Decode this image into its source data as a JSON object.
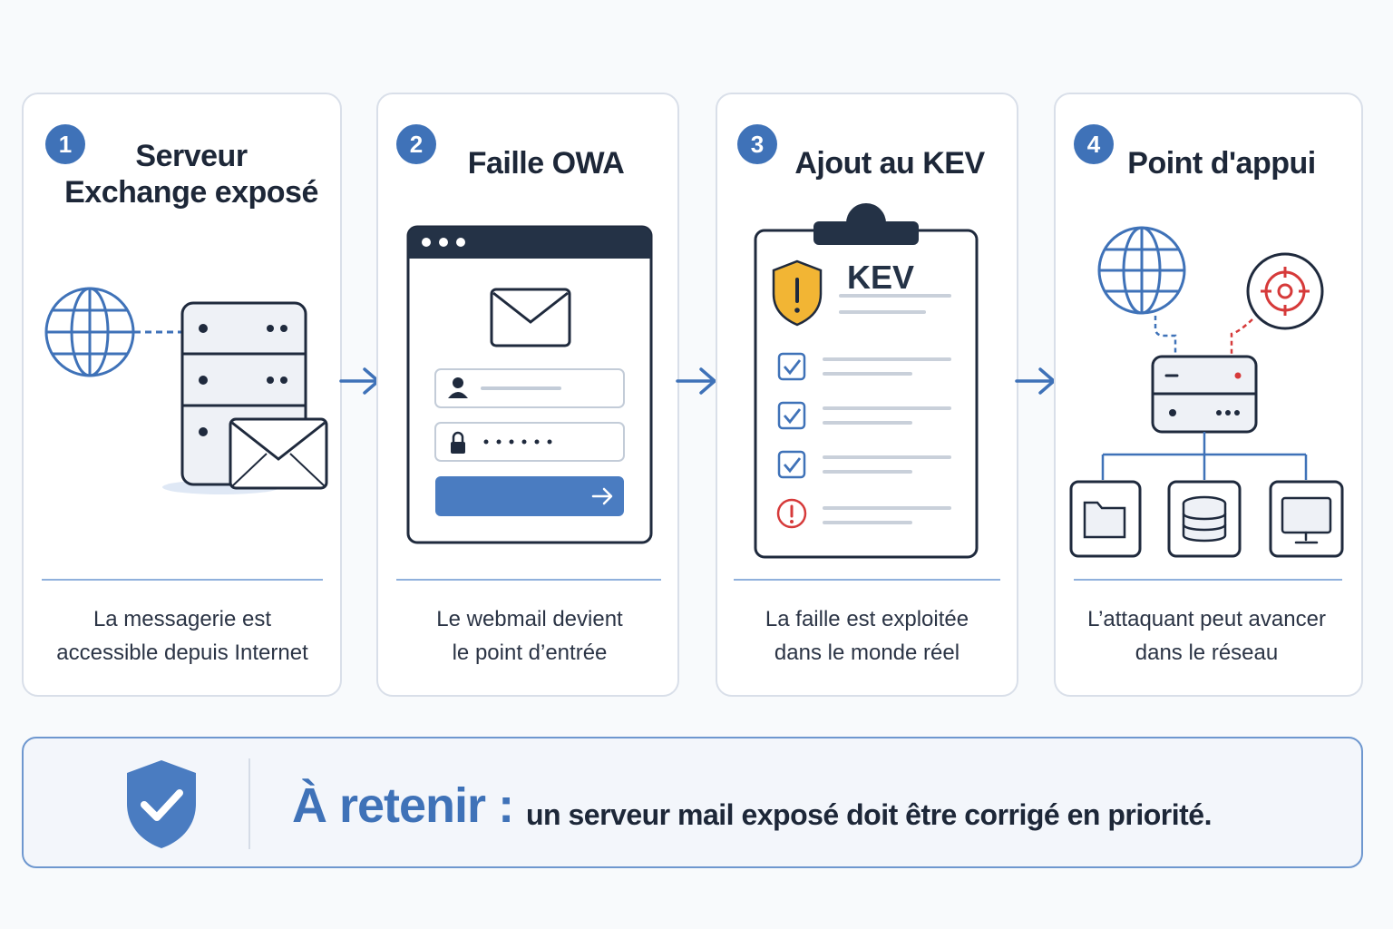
{
  "steps": [
    {
      "number": "1",
      "title_line1": "Serveur",
      "title_line2": "Exchange exposé",
      "desc_line1": "La messagerie est",
      "desc_line2": "accessible depuis Internet",
      "icons": [
        "globe-icon",
        "server-icon",
        "envelope-icon"
      ]
    },
    {
      "number": "2",
      "title": "Faille OWA",
      "desc_line1": "Le webmail devient",
      "desc_line2": "le point d’entrée",
      "icons": [
        "browser-window-icon",
        "envelope-icon",
        "user-icon",
        "lock-icon",
        "arrow-right-icon"
      ],
      "password_mask": "••••••"
    },
    {
      "number": "3",
      "title": "Ajout au KEV",
      "clipboard_label": "KEV",
      "desc_line1": "La faille est exploitée",
      "desc_line2": "dans le monde réel",
      "icons": [
        "clipboard-icon",
        "warning-shield-icon",
        "checkbox-icon",
        "alert-circle-icon"
      ]
    },
    {
      "number": "4",
      "title": "Point d'appui",
      "desc_line1": "L’attaquant peut avancer",
      "desc_line2": "dans le réseau",
      "icons": [
        "globe-icon",
        "target-icon",
        "server-icon",
        "folder-icon",
        "database-icon",
        "monitor-icon"
      ]
    }
  ],
  "banner": {
    "heading": "À retenir :",
    "text": "un serveur mail exposé doit être corrigé en priorité.",
    "icon": "shield-check-icon"
  },
  "colors": {
    "accent": "#3f72b8",
    "dark": "#1f2a3d",
    "warning": "#f2b534",
    "danger": "#d63a3a",
    "border": "#d9dfe9"
  }
}
